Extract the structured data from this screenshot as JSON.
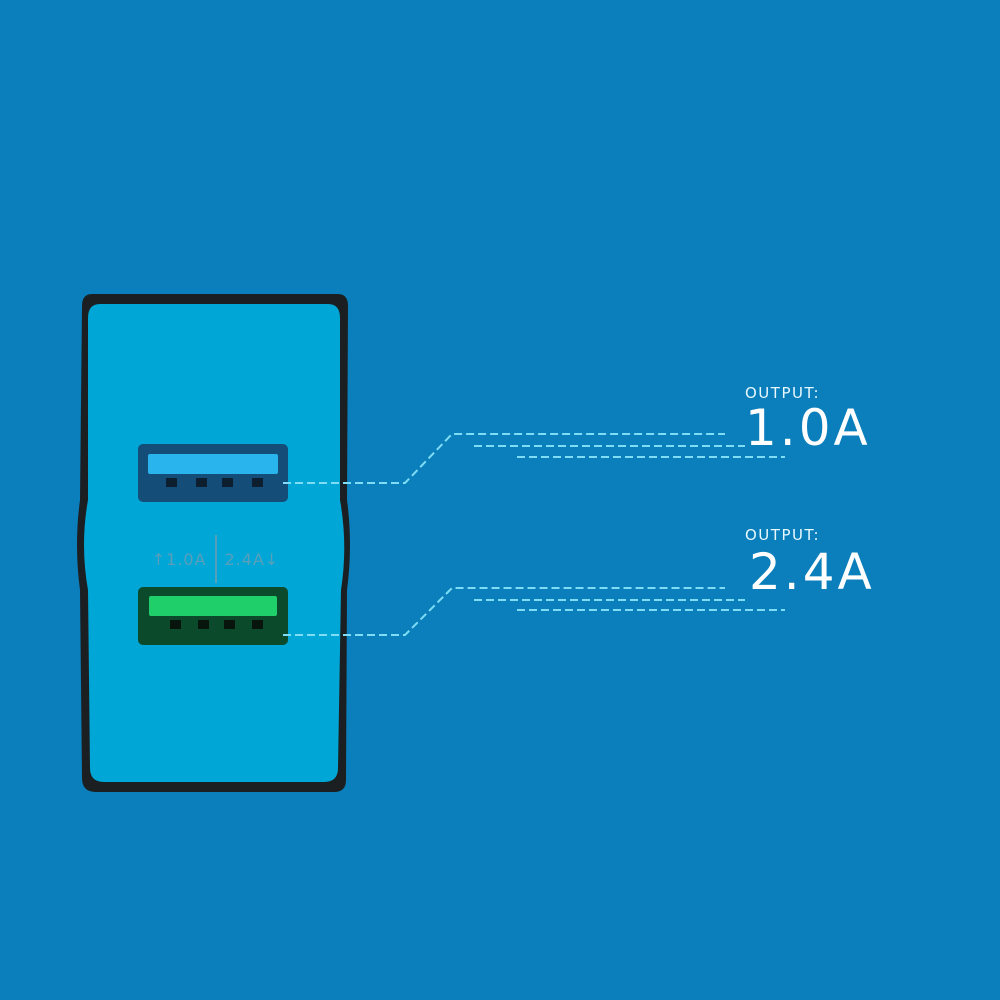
{
  "scene": {
    "description": "Dual USB wall charger product illustration",
    "colors": {
      "background": "#0a7fbb",
      "charger_face": "#00a6d6",
      "charger_frame": "#1b1f22",
      "port1_slot": "#29b4ee",
      "port1_housing": "#154d79",
      "port2_slot": "#1fd06a",
      "port2_housing": "#0b4a2a",
      "leader_lines": "#7fdcf5",
      "label_text": "#ffffff",
      "rating_text": "#5a9fb9"
    }
  },
  "charger": {
    "rating_left": "1.0A",
    "rating_right": "2.4A",
    "ports": [
      {
        "name": "USB port 1",
        "color": "blue",
        "output": "1.0A"
      },
      {
        "name": "USB port 2",
        "color": "green",
        "output": "2.4A"
      }
    ]
  },
  "callouts": [
    {
      "heading": "OUTPUT:",
      "value": "1.0A"
    },
    {
      "heading": "OUTPUT:",
      "value": "2.4A"
    }
  ]
}
